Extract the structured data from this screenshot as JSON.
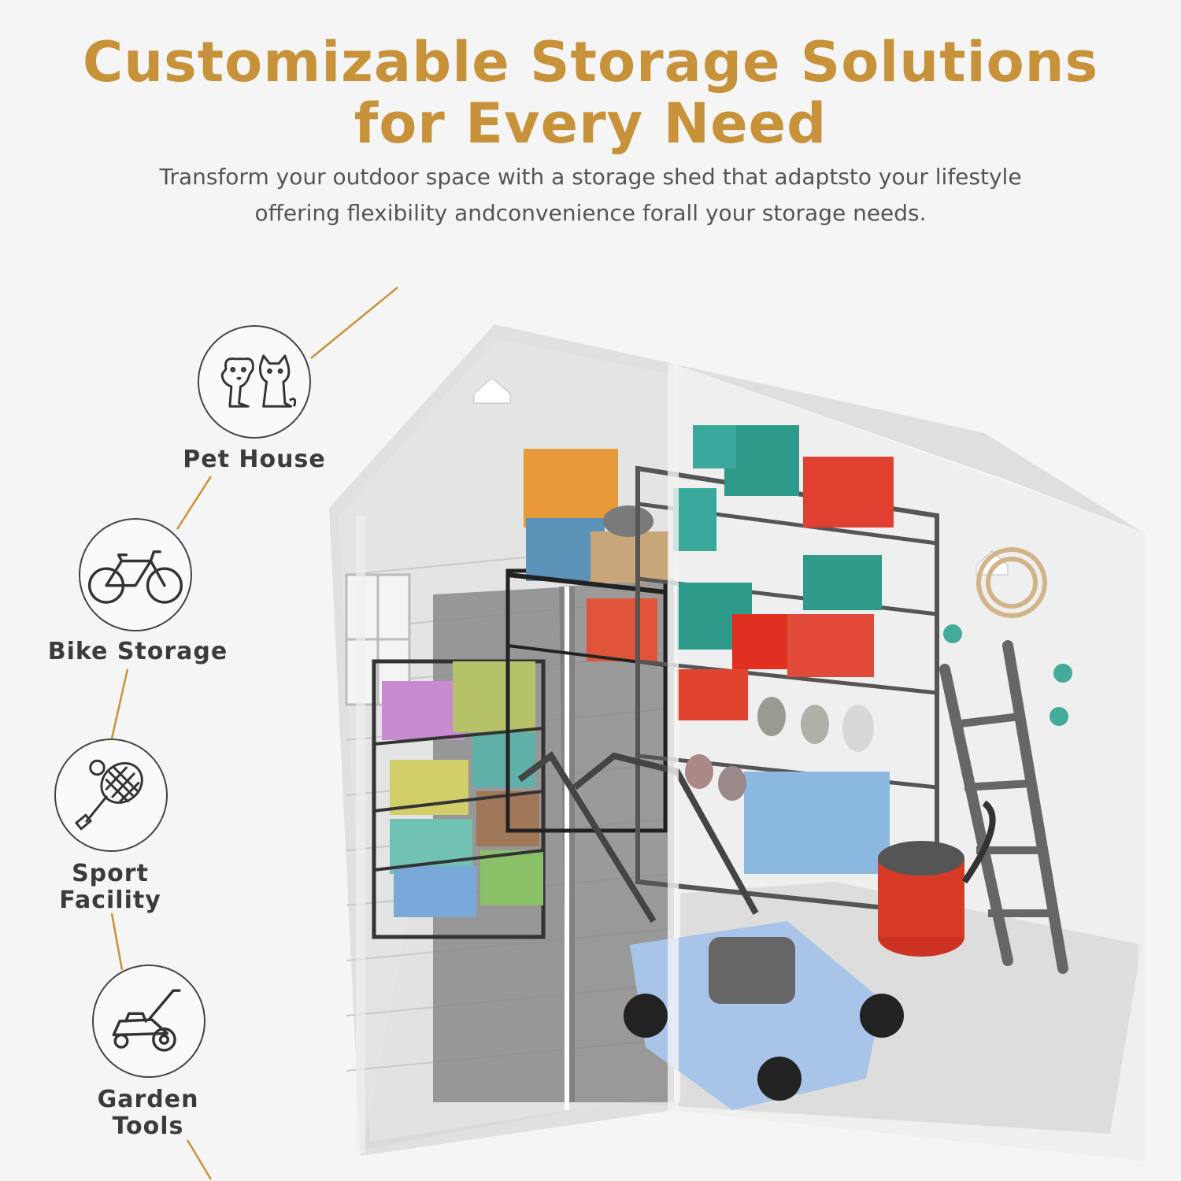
{
  "colors": {
    "accent": "#c8923a",
    "text_dark": "#3b3b3b",
    "text_gray": "#555555",
    "background": "#f5f5f5"
  },
  "header": {
    "title_line1": "Customizable Storage Solutions",
    "title_line2": "for Every Need",
    "subtitle_line1": "Transform your outdoor space with a storage shed that adaptsto your lifestyle",
    "subtitle_line2": "offering flexibility andconvenience forall your storage needs."
  },
  "features": [
    {
      "icon": "pet-icon",
      "line1": "Pet House",
      "line2": ""
    },
    {
      "icon": "bike-icon",
      "line1": "Bike Storage",
      "line2": ""
    },
    {
      "icon": "tennis-racket-icon",
      "line1": "Sport",
      "line2": "Facility"
    },
    {
      "icon": "lawn-mower-icon",
      "line1": "Garden",
      "line2": "Tools"
    }
  ],
  "illustration": {
    "icon": "storage-shed-illustration"
  }
}
